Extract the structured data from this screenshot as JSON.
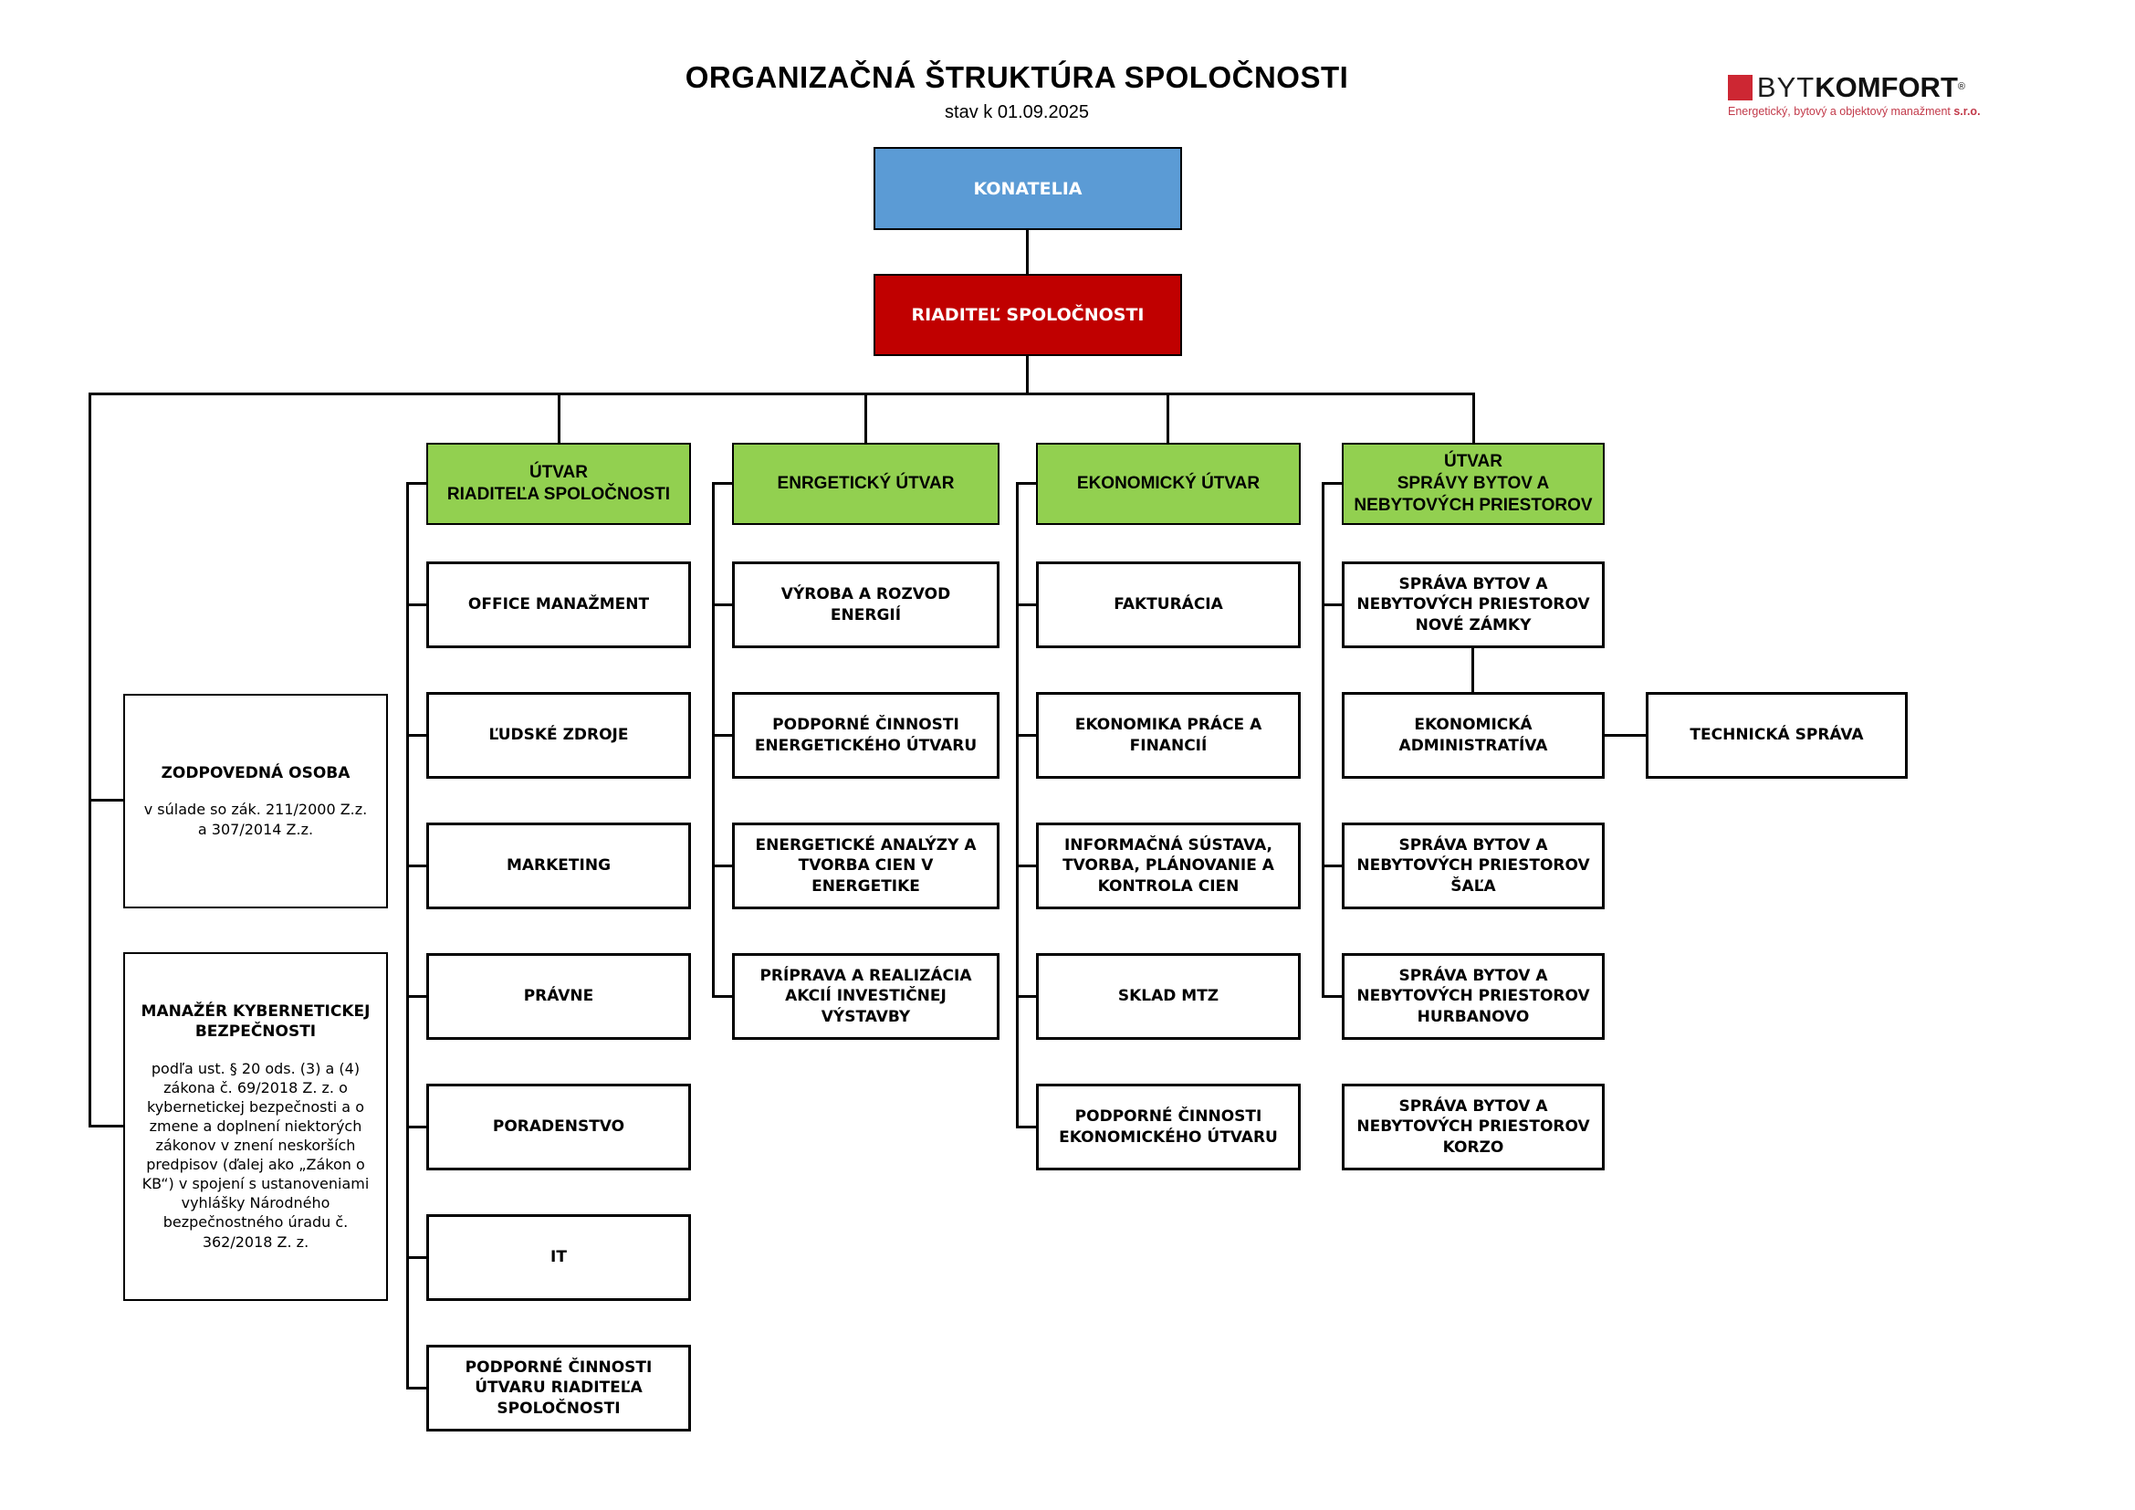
{
  "page": {
    "title": "ORGANIZAČNÁ ŠTRUKTÚRA SPOLOČNOSTI",
    "subtitle": "stav k 01.09.2025"
  },
  "logo": {
    "name_light": "BYT",
    "name_bold": "KOMFORT",
    "registered_mark": "®",
    "tagline": "Energetický, bytový a objektový manažment",
    "tagline_suffix": "s.r.o.",
    "colors": {
      "square": "#cd2733",
      "tagline": "#c23a4a"
    }
  },
  "chart": {
    "top": {
      "label": "KONATELIA",
      "color": "#5b9bd5"
    },
    "director": {
      "label": "RIADITEĽ SPOLOČNOSTI",
      "color": "#c00000"
    },
    "header_color": "#92d050",
    "line_color": "#000000",
    "columns": [
      {
        "header": "ÚTVAR\nRIADITEĽA SPOLOČNOSTI",
        "items": [
          "OFFICE MANAŽMENT",
          "ĽUDSKÉ ZDROJE",
          "MARKETING",
          "PRÁVNE",
          "PORADENSTVO",
          "IT",
          "PODPORNÉ ČINNOSTI\nÚTVARU RIADITEĽA\nSPOLOČNOSTI"
        ]
      },
      {
        "header": "ENRGETICKÝ ÚTVAR",
        "items": [
          "VÝROBA A ROZVOD\nENERGIÍ",
          "PODPORNÉ ČINNOSTI\nENERGETICKÉHO ÚTVARU",
          "ENERGETICKÉ ANALÝZY A\nTVORBA CIEN V\nENERGETIKE",
          "PRÍPRAVA A REALIZÁCIA\nAKCIÍ INVESTIČNEJ\nVÝSTAVBY"
        ]
      },
      {
        "header": "EKONOMICKÝ ÚTVAR",
        "items": [
          "FAKTURÁCIA",
          "EKONOMIKA PRÁCE A\nFINANCIÍ",
          "INFORMAČNÁ SÚSTAVA,\nTVORBA, PLÁNOVANIE A\nKONTROLA CIEN",
          "SKLAD MTZ",
          "PODPORNÉ ČINNOSTI\nEKONOMICKÉHO ÚTVARU"
        ]
      },
      {
        "header": "ÚTVAR\nSPRÁVY BYTOV A\nNEBYTOVÝCH PRIESTOROV",
        "items": [
          "SPRÁVA BYTOV A\nNEBYTOVÝCH PRIESTOROV\nNOVÉ ZÁMKY",
          "EKONOMICKÁ\nADMINISTRATÍVA",
          "SPRÁVA BYTOV A\nNEBYTOVÝCH PRIESTOROV\nŠAĽA",
          "SPRÁVA BYTOV A\nNEBYTOVÝCH PRIESTOROV\nHURBANOVO",
          "SPRÁVA BYTOV A\nNEBYTOVÝCH PRIESTOROV\nKORZO"
        ]
      }
    ],
    "technical": "TECHNICKÁ SPRÁVA",
    "responsible_person": {
      "title": "ZODPOVEDNÁ OSOBA",
      "body": "v súlade so zák. 211/2000 Z.z.\na 307/2014 Z.z."
    },
    "cyber_manager": {
      "title": "MANAŽÉR KYBERNETICKEJ\nBEZPEČNOSTI",
      "body": "podľa ust. § 20 ods. (3) a (4) zákona č. 69/2018 Z. z. o kybernetickej bezpečnosti a o zmene a doplnení niektorých zákonov v znení neskorších predpisov (ďalej ako „Zákon o KB“) v spojení s ustanoveniami vyhlášky Národného bezpečnostného úradu č. 362/2018 Z. z."
    }
  }
}
